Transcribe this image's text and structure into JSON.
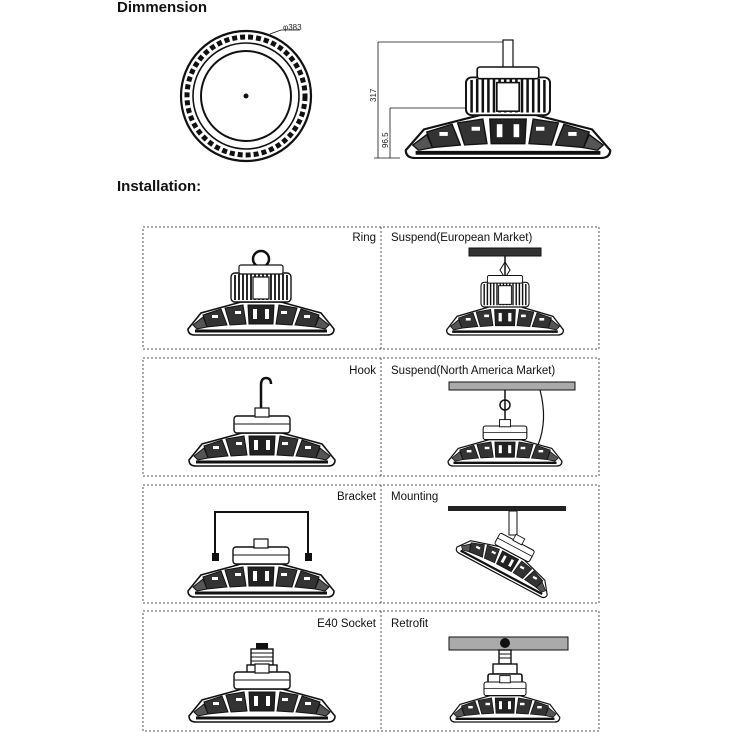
{
  "headings": {
    "dimension": "Dimmension",
    "installation": "Installation:"
  },
  "dimensions": {
    "diameter": "φ383",
    "total_height": "317",
    "body_height": "96.5"
  },
  "installation": [
    {
      "label": "Ring"
    },
    {
      "label": "Suspend(European Market)"
    },
    {
      "label": "Hook"
    },
    {
      "label": "Suspend(North America Market)"
    },
    {
      "label": "Bracket"
    },
    {
      "label": "Mounting"
    },
    {
      "label": "E40 Socket"
    },
    {
      "label": "Retrofit"
    }
  ]
}
